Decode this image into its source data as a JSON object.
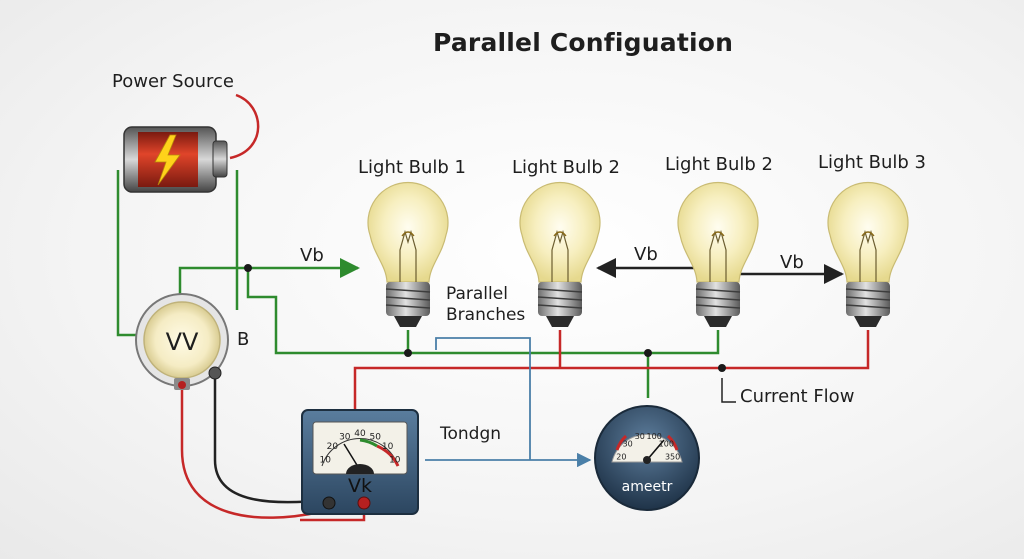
{
  "title": "Parallel Configuation",
  "labels": {
    "power_source": "Power Source",
    "bulb_1": "Light Bulb 1",
    "bulb_2a": "Light Bulb 2",
    "bulb_2b": "Light Bulb 2",
    "bulb_3": "Light Bulb 3",
    "parallel_line1": "Parallel",
    "parallel_line2": "Branches",
    "current_flow": "Current Flow",
    "tondgn": "Tondgn",
    "b_node": "B",
    "vb_1": "Vb",
    "vb_2": "Vb",
    "vb_3": "Vb"
  },
  "voltmeter": {
    "label": "VV"
  },
  "analog_meter": {
    "label": "Vk",
    "scale": [
      "10",
      "20",
      "30",
      "40",
      "50",
      "10",
      "10"
    ]
  },
  "ammeter": {
    "label": "ameetr",
    "scale": [
      "20",
      "30",
      "30",
      "100",
      "100",
      "350"
    ]
  },
  "colors": {
    "green_wire": "#2e8b2e",
    "red_wire": "#c62828",
    "blue_wire": "#4a7fa8",
    "meter_body": "#3c5a78",
    "battery_red": "#c0392b"
  }
}
